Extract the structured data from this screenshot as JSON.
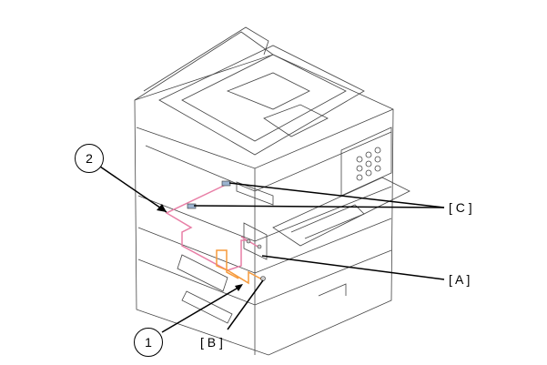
{
  "callouts": {
    "one": "1",
    "two": "2"
  },
  "labels": {
    "a": "[ A ]",
    "b": "[ B ]",
    "c": "[ C ]"
  },
  "colors": {
    "harness_1": "#f59a3c",
    "harness_2": "#e87fa6",
    "outline": "#333333"
  }
}
